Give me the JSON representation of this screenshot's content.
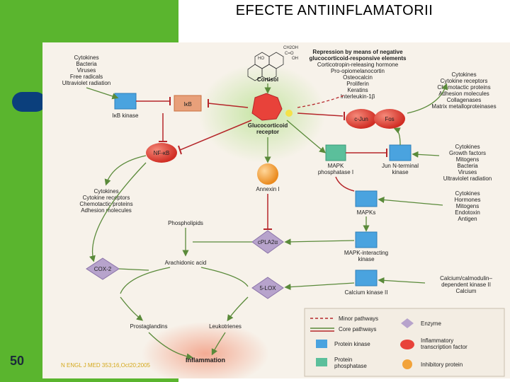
{
  "slide": {
    "title": "EFECTE ANTIINFLAMATORII",
    "number": "50",
    "citation": "N ENGL J MED 353;16,Oct20;2005"
  },
  "colors": {
    "green_bar": "#5ab52e",
    "blue_tab": "#0b3f7c",
    "protein_kinase": "#4aa3df",
    "protein_phosphatase": "#5bbf9b",
    "enzyme": "#b7a3cc",
    "inflammatory_tf": "#e8423a",
    "inhibitory_protein": "#f2a33a",
    "pathway_red": "#b5262a",
    "pathway_green": "#5a8a3a"
  },
  "diagram": {
    "stimuli_top_left": [
      "Cytokines",
      "Bacteria",
      "Viruses",
      "Free radicals",
      "Ultraviolet radiation"
    ],
    "cortisol_label": "Cortisol",
    "cortisol_formula": [
      "CH2OH",
      "C=O",
      "HO",
      "OH"
    ],
    "repression_title": [
      "Repression by means of negative",
      "glucocorticoid-responsive elements"
    ],
    "repression_items": [
      "Corticotropin-releasing hormone",
      "Pro-opiomelanocortin",
      "Osteocalcin",
      "Proliferin",
      "Keratins",
      "Interleukin-1β"
    ],
    "right_top_list": [
      "Cytokines",
      "Cytokine receptors",
      "Chemotactic proteins",
      "Adhesion molecules",
      "Collagenases",
      "Matrix metalloproteinases"
    ],
    "ikb_kinase": "IκB kinase",
    "ikb": "IκB",
    "gr": [
      "Glucocorticoid",
      "receptor"
    ],
    "c_jun": "c-Jun",
    "fos": "Fos",
    "nf_kb": "NF-κB",
    "mapk_phosphatase": [
      "MAPK",
      "phosphatase I"
    ],
    "jnk": [
      "Jun N-terminal",
      "kinase"
    ],
    "right_mid_list": [
      "Cytokines",
      "Growth factors",
      "Mitogens",
      "Bacteria",
      "Viruses",
      "Ultraviolet radiation"
    ],
    "annexin": "Annexin I",
    "left_mid_list": [
      "Cytokines",
      "Cytokine receptors",
      "Chemotactic proteins",
      "Adhesion molecules"
    ],
    "right_lower_list": [
      "Cytokines",
      "Hormones",
      "Mitogens",
      "Endotoxin",
      "Antigen"
    ],
    "mapks": "MAPKs",
    "phospholipids": "Phospholipids",
    "cpla2": "cPLA2α",
    "mapk_interacting": [
      "MAPK-interacting",
      "kinase"
    ],
    "cox2": "COX-2",
    "arachidonic": "Arachidonic acid",
    "lox5": "5-LOX",
    "calcium_kinase": "Calcium kinase II",
    "calcium_calmodulin": [
      "Calcium/calmodulin–",
      "dependent kinase II",
      "Calcium"
    ],
    "prostaglandins": "Prostaglandins",
    "leukotrienes": "Leukotrienes",
    "inflammation": "Inflammation",
    "legend": {
      "minor": "Minor pathways",
      "core": "Core pathways",
      "protein_kinase": "Protein kinase",
      "protein_phosphatase": [
        "Protein",
        "phosphatase"
      ],
      "enzyme": "Enzyme",
      "inflammatory_tf": [
        "Inflammatory",
        "transcription factor"
      ],
      "inhibitory_protein": "Inhibitory protein"
    }
  }
}
